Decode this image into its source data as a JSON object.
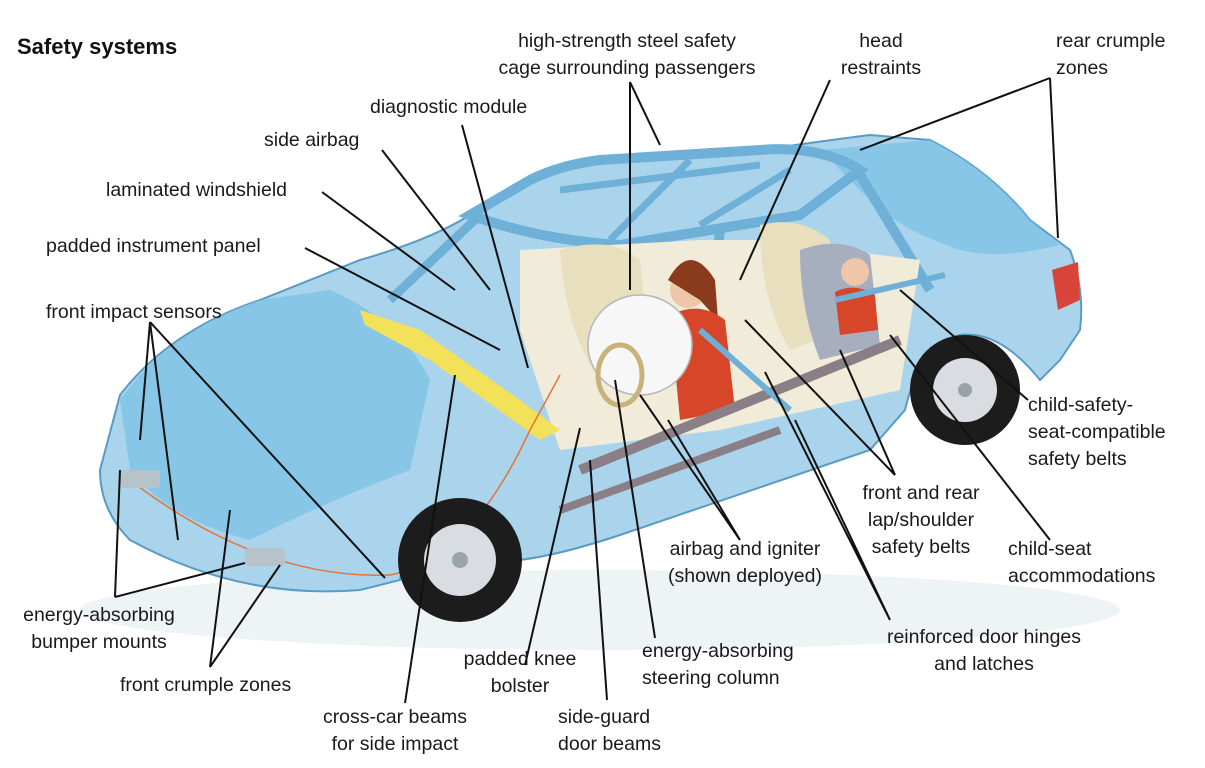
{
  "title": "Safety systems",
  "colors": {
    "body_fill": "#a9d4ec",
    "body_stroke": "#5a9bc4",
    "body_dark": "#6fb0d8",
    "crumple": "#7ec1e6",
    "interior": "#f1ecd9",
    "seat": "#e8dfbf",
    "tire": "#1c1c1c",
    "rim": "#d9dde2",
    "beam": "#8a7f86",
    "knee_bolster": "#f3e15a",
    "airbag": "#f7f7f7",
    "shirt": "#d8462a",
    "hair": "#8a3b1c",
    "skin": "#f0c6a8",
    "wire": "#e4733a",
    "tail_light": "#d8443a",
    "leader": "#111111"
  },
  "labels": {
    "high_strength_cage": [
      "high-strength steel safety",
      "cage surrounding passengers"
    ],
    "head_restraints": [
      "head",
      "restraints"
    ],
    "rear_crumple_zones": [
      "rear crumple",
      "zones"
    ],
    "diagnostic_module": [
      "diagnostic module"
    ],
    "side_airbag": [
      "side airbag"
    ],
    "laminated_windshield": [
      "laminated windshield"
    ],
    "padded_instrument_panel": [
      "padded instrument panel"
    ],
    "front_impact_sensors": [
      "front impact sensors"
    ],
    "child_safety_seat_belts": [
      "child-safety-",
      "seat-compatible",
      "safety belts"
    ],
    "front_rear_lap_belts": [
      "front and rear",
      "lap/shoulder",
      "safety belts"
    ],
    "child_seat_accommodations": [
      "child-seat",
      "accommodations"
    ],
    "airbag_igniter": [
      "airbag and igniter",
      "(shown deployed)"
    ],
    "reinforced_door_hinges": [
      "reinforced door hinges",
      "and latches"
    ],
    "energy_absorbing_bumper_mounts": [
      "energy-absorbing",
      "bumper mounts"
    ],
    "front_crumple_zones": [
      "front crumple zones"
    ],
    "padded_knee_bolster": [
      "padded knee",
      "bolster"
    ],
    "energy_absorbing_steering_column": [
      "energy-absorbing",
      "steering column"
    ],
    "cross_car_beams": [
      "cross-car beams",
      "for side impact"
    ],
    "side_guard_door_beams": [
      "side-guard",
      "door beams"
    ]
  }
}
